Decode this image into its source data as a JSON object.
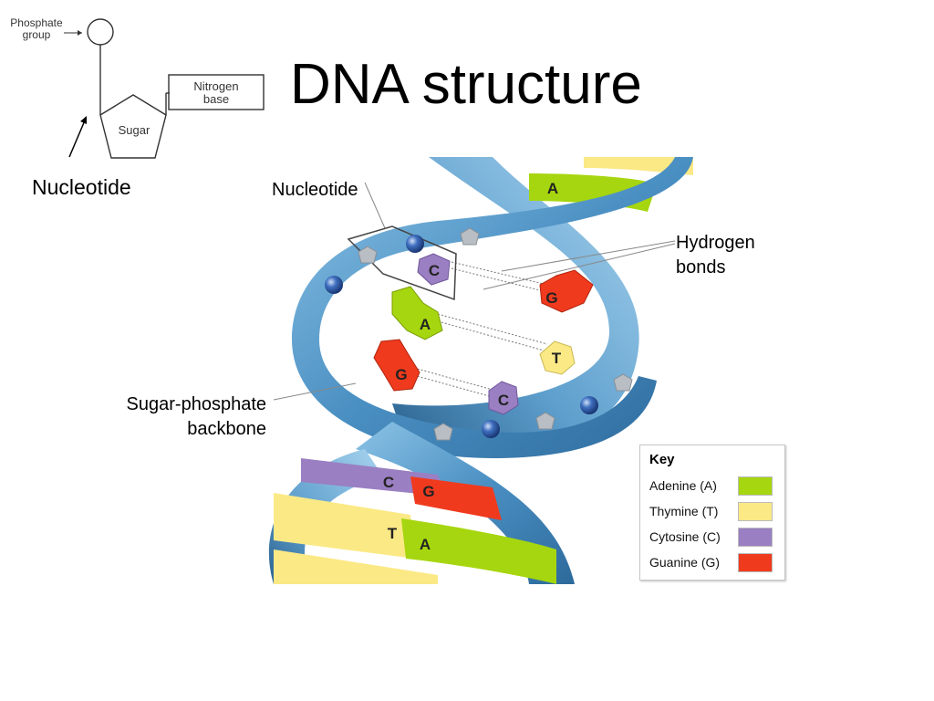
{
  "title": "DNA structure",
  "sketch": {
    "phosphate_label_1": "Phosphate",
    "phosphate_label_2": "group",
    "nitrogen_label_1": "Nitrogen",
    "nitrogen_label_2": "base",
    "sugar_label": "Sugar",
    "nucleotide_label": "Nucleotide"
  },
  "captions": {
    "nucleotide": "Nucleotide",
    "hydrogen_1": "Hydrogen",
    "hydrogen_2": "bonds",
    "backbone_1": "Sugar-phosphate",
    "backbone_2": "backbone"
  },
  "bases": {
    "A": "A",
    "T": "T",
    "C": "C",
    "G": "G"
  },
  "key": {
    "title": "Key",
    "items": [
      {
        "label": "Adenine (A)",
        "color": "#a6d60f"
      },
      {
        "label": "Thymine (T)",
        "color": "#fbe986"
      },
      {
        "label": "Cytosine (C)",
        "color": "#9a7fc2"
      },
      {
        "label": "Guanine (G)",
        "color": "#f03a1e"
      }
    ]
  },
  "colors": {
    "backbone": "#5b9dc9",
    "backbone_dark": "#2f6c9a",
    "phosphate": "#2e5aa0",
    "sugar": "#b9bec4"
  }
}
